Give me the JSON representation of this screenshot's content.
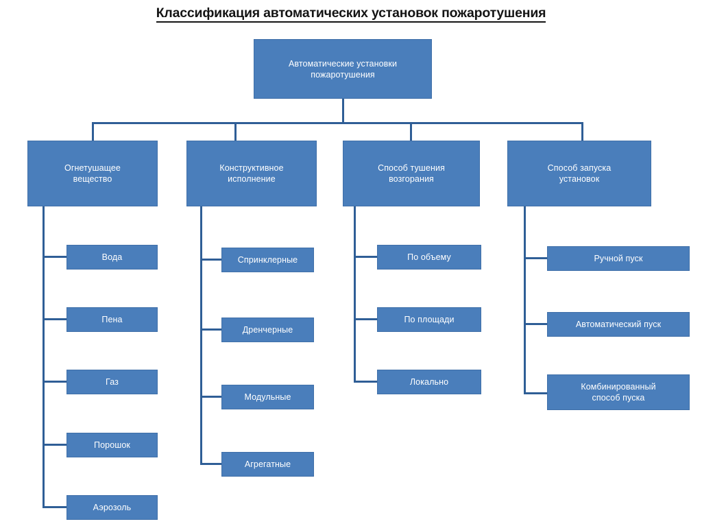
{
  "title": "Классификация автоматических установок пожаротушения",
  "colors": {
    "node_fill": "#4a7ebb",
    "node_border": "#3f6fa8",
    "node_text": "#ffffff",
    "connector": "#2f5e96",
    "title_text": "#141414",
    "background": "#ffffff"
  },
  "root": {
    "label": "Автоматические установки\nпожаротушения"
  },
  "branches": [
    {
      "header": "Огнетушащее\nвещество",
      "items": [
        {
          "label": "Вода"
        },
        {
          "label": "Пена"
        },
        {
          "label": "Газ"
        },
        {
          "label": "Порошок"
        },
        {
          "label": "Аэрозоль"
        }
      ]
    },
    {
      "header": "Конструктивное\nисполнение",
      "items": [
        {
          "label": "Спринклерные"
        },
        {
          "label": "Дренчерные"
        },
        {
          "label": "Модульные"
        },
        {
          "label": "Агрегатные"
        }
      ]
    },
    {
      "header": "Способ тушения\nвозгорания",
      "items": [
        {
          "label": "По объему"
        },
        {
          "label": "По площади"
        },
        {
          "label": "Локально"
        }
      ]
    },
    {
      "header": "Способ запуска\nустановок",
      "items": [
        {
          "label": "Ручной пуск"
        },
        {
          "label": "Автоматический пуск"
        },
        {
          "label": "Комбинированный\nспособ пуска"
        }
      ]
    }
  ]
}
